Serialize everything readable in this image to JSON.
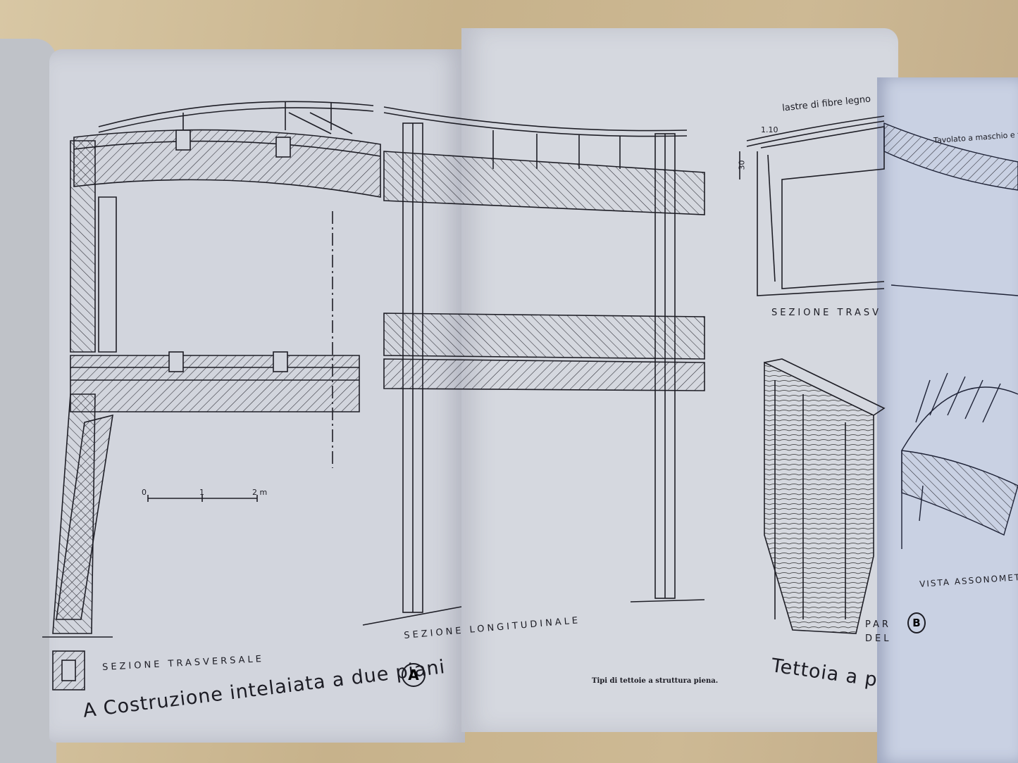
{
  "left_page": {
    "scale": {
      "t0": "0",
      "t1": "1",
      "t2": "2 m"
    },
    "section_label": "SEZIONE TRASVERSALE",
    "caption": "A Costruzione intelaiata a due piani"
  },
  "center_page": {
    "section_label": "SEZIONE LONGITUDINALE",
    "badge": "A",
    "caption": "Tipi di tettoie a struttura piena."
  },
  "right_page": {
    "note_1": "lastre di fibre legno",
    "dim_1": "1.10",
    "dim_2": "30",
    "section_label": "SEZIONE TRASV",
    "detail_label_1": "PAR",
    "detail_label_2": "DEL",
    "caption": "Tettoia a p"
  },
  "far_page": {
    "note_1": "Tavolato a maschio e femm",
    "view_label": "VISTA ASSONOMET",
    "badge": "B"
  }
}
